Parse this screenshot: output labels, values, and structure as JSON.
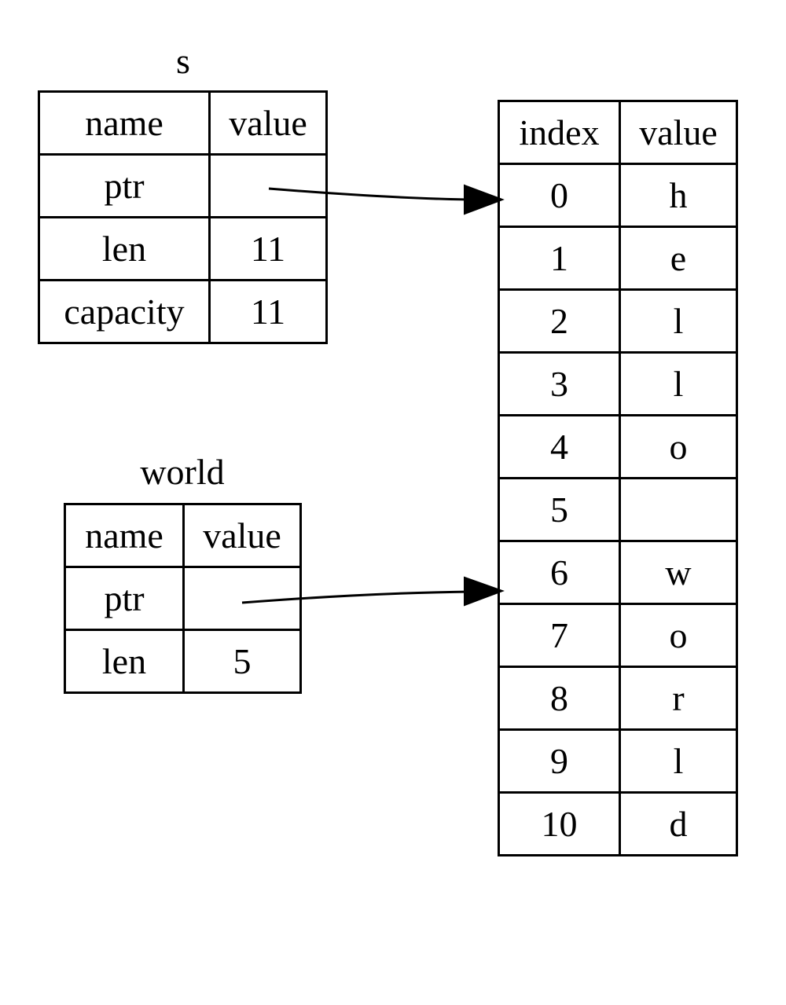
{
  "s": {
    "title": "s",
    "headers": {
      "name": "name",
      "value": "value"
    },
    "rows": [
      {
        "name": "ptr",
        "value": ""
      },
      {
        "name": "len",
        "value": "11"
      },
      {
        "name": "capacity",
        "value": "11"
      }
    ]
  },
  "world": {
    "title": "world",
    "headers": {
      "name": "name",
      "value": "value"
    },
    "rows": [
      {
        "name": "ptr",
        "value": ""
      },
      {
        "name": "len",
        "value": "5"
      }
    ]
  },
  "heap": {
    "headers": {
      "index": "index",
      "value": "value"
    },
    "rows": [
      {
        "index": "0",
        "value": "h"
      },
      {
        "index": "1",
        "value": "e"
      },
      {
        "index": "2",
        "value": "l"
      },
      {
        "index": "3",
        "value": "l"
      },
      {
        "index": "4",
        "value": "o"
      },
      {
        "index": "5",
        "value": ""
      },
      {
        "index": "6",
        "value": "w"
      },
      {
        "index": "7",
        "value": "o"
      },
      {
        "index": "8",
        "value": "r"
      },
      {
        "index": "9",
        "value": "l"
      },
      {
        "index": "10",
        "value": "d"
      }
    ]
  },
  "pointers": [
    {
      "from": "s.ptr",
      "to_index": "0"
    },
    {
      "from": "world.ptr",
      "to_index": "6"
    }
  ]
}
